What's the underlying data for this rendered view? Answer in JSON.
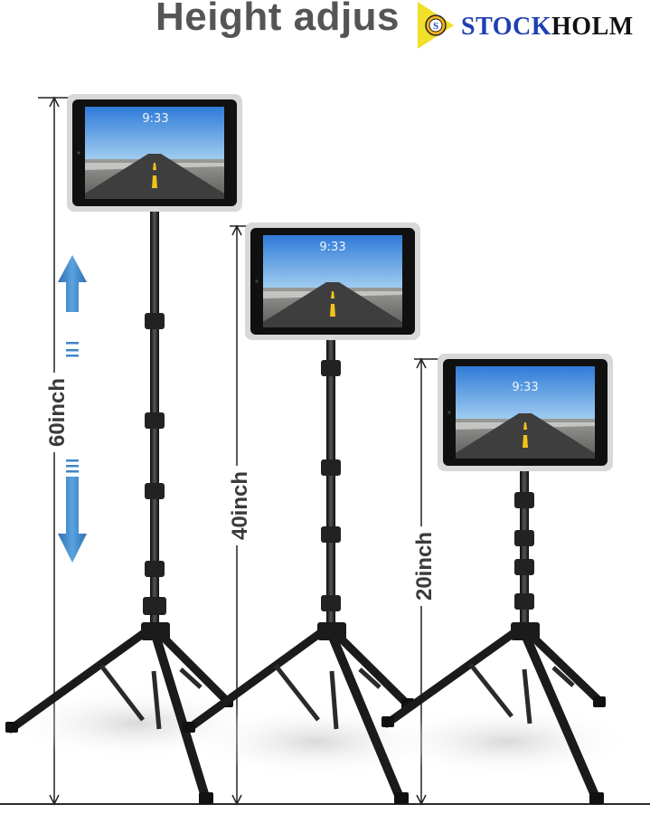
{
  "title": "Height adjus",
  "logo": {
    "part1": "STOCK",
    "part2": "HOLM",
    "badge_letter": "S",
    "badge_icon": "stockholm-badge-icon"
  },
  "heights": {
    "tall": "60inch",
    "medium": "40inch",
    "short": "20inch"
  },
  "screens": {
    "time": "9:33"
  },
  "arrows": {
    "up_icon": "arrow-up-icon",
    "down_icon": "arrow-down-icon",
    "color": "#3f86c8"
  },
  "colors": {
    "stand": "#1b1b1b",
    "screen_sky": "#5a9fe0",
    "road": "#4a4a4a",
    "lane": "#f2c21a"
  }
}
